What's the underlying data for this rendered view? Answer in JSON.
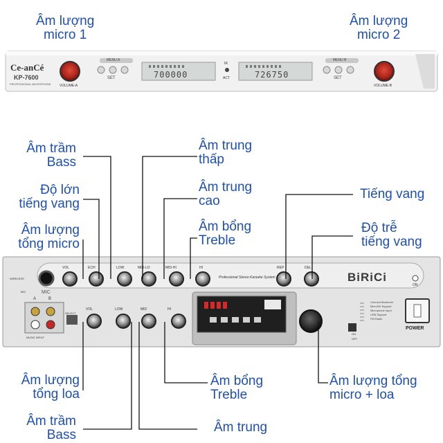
{
  "top_unit": {
    "brand": "Ce-anCé",
    "model": "KP-7600",
    "subtitle": "PROFESSIONAL MICROPHONE",
    "volume_a": "VOLUME-A",
    "volume_b": "VOLUME-B",
    "menu_a": "MENU A",
    "menu_b": "MENU B",
    "set": "SET",
    "display_left": "700000",
    "display_right": "726750",
    "ir": "IR",
    "act": "ACT"
  },
  "panel": {
    "brand": "BiRiCi",
    "slogan": "Professional Stereo Karaoke System",
    "power": "POWER",
    "on": "ON",
    "mic": "MIC",
    "mic_label": "MIC",
    "wireless": "WIRELESS",
    "music_input": "MUSIC INPUT",
    "select": "SELECT",
    "jack_a": "A",
    "jack_b": "B",
    "row1": [
      "VOL",
      "ECH",
      "LOW",
      "MID-LO",
      "MID-HI",
      "HI",
      "REP",
      "DEL"
    ],
    "row2": [
      "VOL",
      "LOW",
      "MID",
      "HI"
    ],
    "features": [
      "Connect Bluetooth",
      "MicroSD Support",
      "Microphone input",
      "USB Support",
      "FM Radio"
    ],
    "switch_on": "ON",
    "switch_off": "OFF"
  },
  "labels": {
    "mic1": [
      "Âm lượng",
      "micro 1"
    ],
    "mic2": [
      "Âm lượng",
      "micro 2"
    ],
    "bass_top": [
      "Âm trầm",
      "Bass"
    ],
    "echo_level": [
      "Độ lớn",
      "tiếng vang"
    ],
    "mic_master": [
      "Âm lượng",
      "tổng micro"
    ],
    "mid_low": [
      "Âm trung",
      "thấp"
    ],
    "mid_high": [
      "Âm trung",
      "cao"
    ],
    "treble_top": [
      "Âm bổng",
      "Treble"
    ],
    "echo": [
      "Tiếng vang"
    ],
    "echo_delay": [
      "Độ trễ",
      "tiếng vang"
    ],
    "speaker_master": [
      "Âm lượng",
      "tổng loa"
    ],
    "bass_bottom": [
      "Âm trầm",
      "Bass"
    ],
    "treble_bottom": [
      "Âm bổng",
      "Treble"
    ],
    "mid": [
      "Âm trung"
    ],
    "master": [
      "Âm lượng tổng",
      "micro + loa"
    ]
  },
  "colors": {
    "callout": "#1e4fb5",
    "knob_red": "#c0392b",
    "panel": "#e6e6e6"
  }
}
